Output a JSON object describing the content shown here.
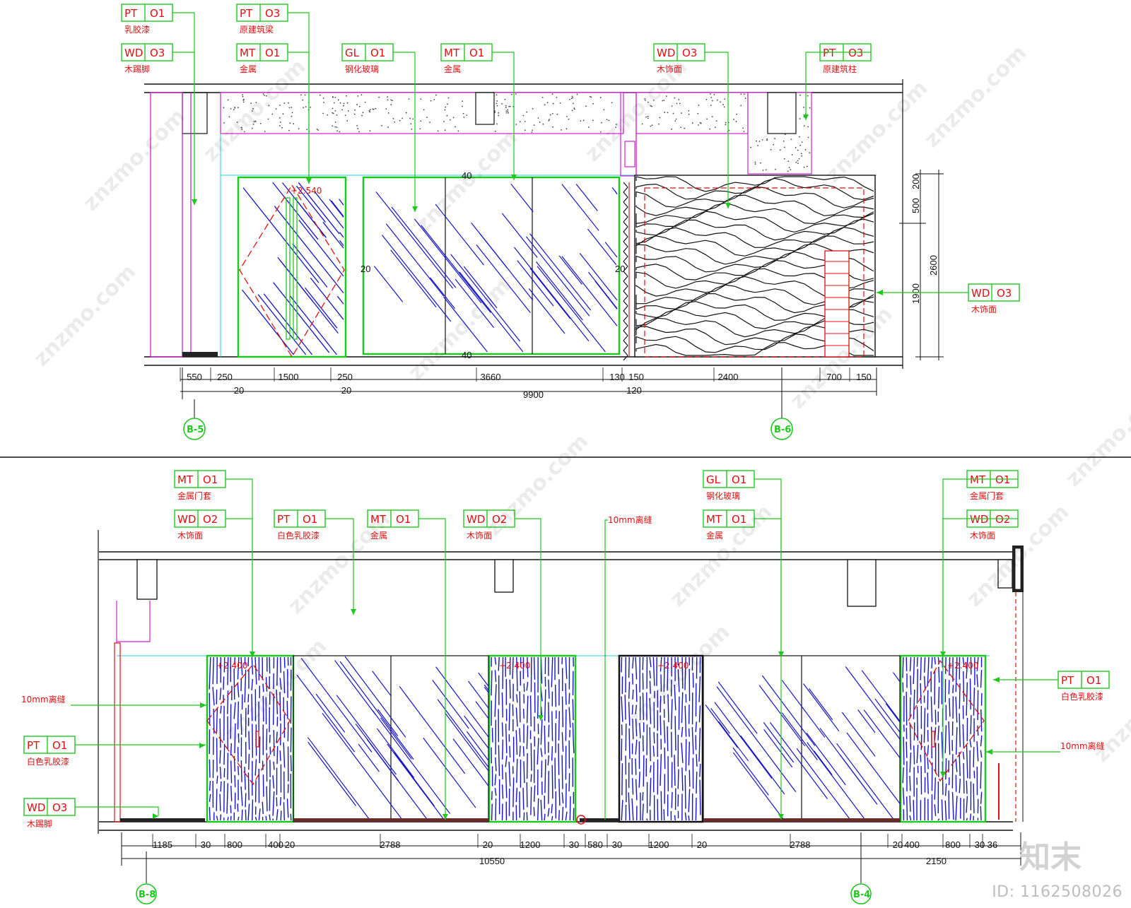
{
  "top": {
    "tags": [
      {
        "code": "PT",
        "num": "O1",
        "label": "乳胶漆"
      },
      {
        "code": "WD",
        "num": "O3",
        "label": "木踢脚"
      },
      {
        "code": "PT",
        "num": "O3",
        "label": "原建筑梁"
      },
      {
        "code": "MT",
        "num": "O1",
        "label": "金属"
      },
      {
        "code": "GL",
        "num": "O1",
        "label": "钢化玻璃"
      },
      {
        "code": "MT",
        "num": "O1",
        "label": "金属"
      },
      {
        "code": "WD",
        "num": "O3",
        "label": "木饰面"
      },
      {
        "code": "PT",
        "num": "O3",
        "label": "原建筑柱"
      },
      {
        "code": "WD",
        "num": "O3",
        "label": "木饰面"
      }
    ],
    "level_mark": "+2.540",
    "dims_row1": [
      "550",
      "250",
      "1500",
      "250",
      "3660",
      "130",
      "150",
      "2400",
      "700",
      "150"
    ],
    "dims_row2": [
      "20",
      "20",
      "120"
    ],
    "total": "9900",
    "vertical_dims": [
      "200",
      "500",
      "2600",
      "1900"
    ],
    "small_marks": [
      "40",
      "20",
      "20",
      "40"
    ],
    "grid_a": "B-5",
    "grid_b": "B-6"
  },
  "bottom": {
    "tags": [
      {
        "code": "MT",
        "num": "O1",
        "label": "金属门套"
      },
      {
        "code": "WD",
        "num": "O2",
        "label": "木饰面"
      },
      {
        "code": "PT",
        "num": "O1",
        "label": "白色乳胶漆"
      },
      {
        "code": "MT",
        "num": "O1",
        "label": "金属"
      },
      {
        "code": "WD",
        "num": "O2",
        "label": "木饰面"
      },
      {
        "code": "GL",
        "num": "O1",
        "label": "钢化玻璃"
      },
      {
        "code": "MT",
        "num": "O1",
        "label": "金属"
      },
      {
        "code": "MT",
        "num": "O1",
        "label": "金属门套"
      },
      {
        "code": "WD",
        "num": "O2",
        "label": "木饰面"
      },
      {
        "code": "PT",
        "num": "O1",
        "label": "白色乳胶漆"
      },
      {
        "code": "PT",
        "num": "O1",
        "label": "白色乳胶漆"
      },
      {
        "code": "WD",
        "num": "O3",
        "label": "木踢脚"
      }
    ],
    "notes": [
      "10mm离缝",
      "10mm离缝",
      "10mm离缝"
    ],
    "level_marks": [
      "+2.400",
      "+2.400",
      "+2.400",
      "+2.400"
    ],
    "dims_row1": [
      "1185",
      "30",
      "800",
      "400",
      "20",
      "2788",
      "20",
      "1200",
      "30",
      "580",
      "30",
      "1200",
      "20",
      "2788",
      "20",
      "400",
      "800",
      "30",
      "36"
    ],
    "total_a": "10550",
    "total_b": "2150",
    "grid_a": "B-8",
    "grid_b": "B-4"
  },
  "watermark": "znzmo.com",
  "brand_logo": "知末",
  "footer_id": "ID: 1162508026",
  "colors": {
    "tag": "#1ec81e",
    "text": "#e01010",
    "glass": "#1414c8",
    "frame": "#1ec81e",
    "magenta": "#d21ed2",
    "cyan": "#20d2d2"
  }
}
